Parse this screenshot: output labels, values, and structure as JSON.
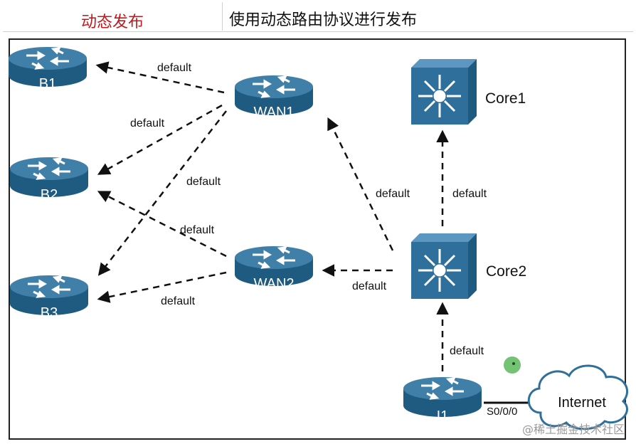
{
  "header": {
    "left_title": "动态发布",
    "right_title": "使用动态路由协议进行发布"
  },
  "devices": {
    "b1": "B1",
    "b2": "B2",
    "b3": "B3",
    "wan1": "WAN1",
    "wan2": "WAN2",
    "core1": "Core1",
    "core2": "Core2",
    "i1": "I1",
    "internet": "Internet"
  },
  "interface_label": "S0/0/0",
  "route_label": "default",
  "watermark": "@稀土掘金技术社区",
  "colors": {
    "device_top": "#3f7fa8",
    "device_side": "#1f5a80",
    "switch_face": "#2f6f9b",
    "cloud_stroke": "#2f6f9b",
    "title_red": "#c0181d",
    "status_dot": "#5cb85c"
  }
}
